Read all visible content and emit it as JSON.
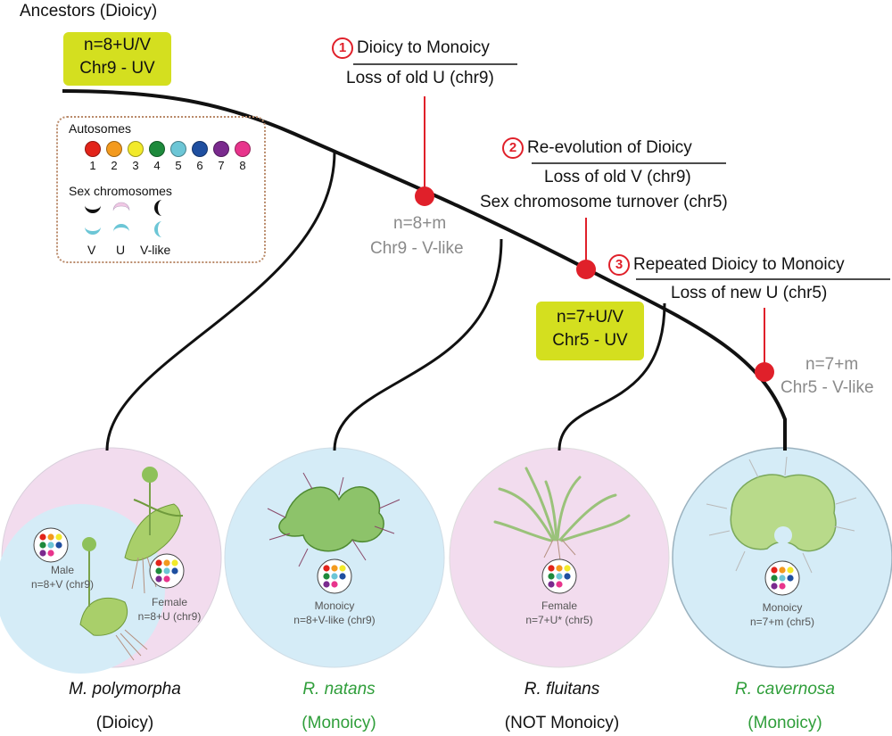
{
  "header": {
    "ancestors_label": "Ancestors (Dioicy)"
  },
  "ancestor_box": {
    "line1": "n=8+U/V",
    "line2": "Chr9 - UV"
  },
  "events": [
    {
      "number": "1",
      "title": "Dioicy to Monoicy",
      "sub": "Loss of old U (chr9)"
    },
    {
      "number": "2",
      "title": "Re-evolution of Dioicy",
      "sub": "Loss of old V  (chr9)",
      "extra": "Sex chromosome turnover (chr5)"
    },
    {
      "number": "3",
      "title": "Repeated Dioicy to Monoicy",
      "sub": "Loss of new U (chr5)"
    }
  ],
  "node_labels": {
    "node1_line1": "n=8+m",
    "node1_line2": "Chr9 - V-like",
    "node3_line1": "n=7+m",
    "node3_line2": "Chr5 - V-like"
  },
  "mid_box": {
    "line1": "n=7+U/V",
    "line2": "Chr5 - UV"
  },
  "legend": {
    "autosomes_title": "Autosomes",
    "autosome_numbers": [
      "1",
      "2",
      "3",
      "4",
      "5",
      "6",
      "7",
      "8"
    ],
    "autosome_colors": [
      "#e2231a",
      "#f39a1e",
      "#f2ea2a",
      "#1e8a3c",
      "#6cc6d6",
      "#1f4fa0",
      "#7a2a8e",
      "#e8348c"
    ],
    "sex_title": "Sex chromosomes",
    "sex_labels": [
      "V",
      "U",
      "V-like"
    ]
  },
  "panels": [
    {
      "male_label": "Male",
      "male_geno": "n=8+V (chr9)",
      "female_label": "Female",
      "female_geno": "n=8+U (chr9)",
      "species": "M. polymorpha",
      "system": "(Dioicy)"
    },
    {
      "label": "Monoicy",
      "geno": "n=8+V-like (chr9)",
      "species": "R. natans",
      "system": "(Monoicy)"
    },
    {
      "label": "Female",
      "geno": "n=7+U* (chr5)",
      "species": "R. fluitans",
      "system": "(NOT Monoicy)"
    },
    {
      "label": "Monoicy",
      "geno": "n=7+m (chr5)",
      "species": "R. cavernosa",
      "system": "(Monoicy)"
    }
  ],
  "colors": {
    "event_red": "#e0202a",
    "box_yellow": "#d4df1f",
    "monoicy_green": "#2f9e3a",
    "female_pink": "#f2dcee",
    "male_blue": "#d5ecf7"
  }
}
